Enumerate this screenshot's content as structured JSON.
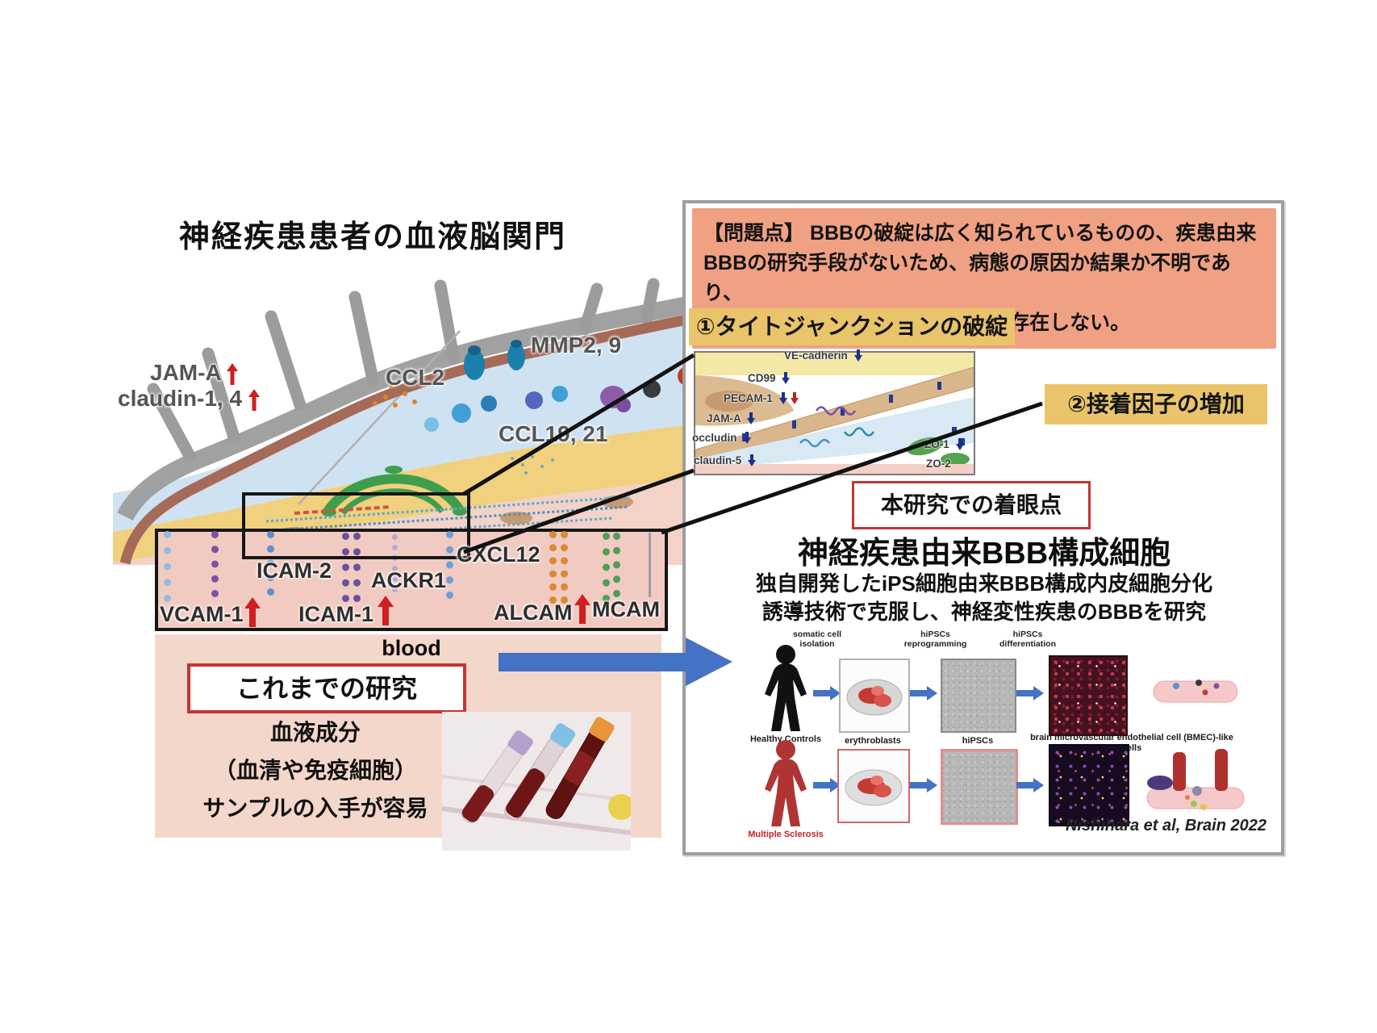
{
  "title": "神経疾患患者の血液脳関門",
  "vessel_labels": {
    "jam_a": "JAM-A",
    "claudin": "claudin-1, 4",
    "ccl2": "CCL2",
    "mmp": "MMP2, 9",
    "ccl19_21": "CCL19, 21",
    "icam2": "ICAM-2",
    "ackr1": "ACKR1",
    "cxcl12": "CXCL12",
    "vcam1": "VCAM-1",
    "icam1": "ICAM-1",
    "alcam": "ALCAM",
    "mcam": "MCAM",
    "blood": "blood"
  },
  "previous_research": {
    "box_label": "これまでの研究",
    "line1": "血液成分",
    "line2": "（血清や免疫細胞）",
    "line3": "サンプルの入手が容易"
  },
  "problem_box": {
    "line1": "【問題点】 BBBの破綻は広く知られているものの、疾患由来",
    "line2": "BBBの研究手段がないため、病態の原因か結果か不明であり、",
    "line3": "BBBに着目した診断、治療戦略は存在しない。"
  },
  "point1_label": "①タイトジャンクションの破綻",
  "point2_label": "②接着因子の増加",
  "tight_junction_inset": {
    "ve_cadherin": "VE-cadherin",
    "cd99": "CD99",
    "pecam1": "PECAM-1",
    "jam_a": "JAM-A",
    "occludin": "occludin",
    "claudin5": "claudin-5",
    "zo1": "ZO-1",
    "zo2": "ZO-2"
  },
  "focus": {
    "box_label": "本研究での着眼点",
    "heading": "神経疾患由来BBB構成細胞",
    "body_line1": "独自開発したiPS細胞由来BBB構成内皮細胞分化",
    "body_line2": "誘導技術で克服し、神経変性疾患のBBBを研究"
  },
  "workflow": {
    "step1_label": "somatic cell isolation",
    "step2_label": "hiPSCs reprogramming",
    "step3_label": "hiPSCs differentiation",
    "row1_person_label": "Healthy Controls",
    "row2_person_label": "Multiple Sclerosis",
    "dish_label": "erythroblasts",
    "ipsc_label": "hiPSCs",
    "bmec_label": "brain microvascular endothelial cell (BMEC)-like cells",
    "citation": "Nishihara et al, Brain 2022"
  },
  "colors": {
    "problem_box_bg": "#f0a183",
    "point_label_bg": "#e9c46a",
    "accent_red": "#c53434",
    "arrow_blue": "#4472c4",
    "blood_pink": "#f1cbc2",
    "panel_border": "#9e9e9e"
  }
}
